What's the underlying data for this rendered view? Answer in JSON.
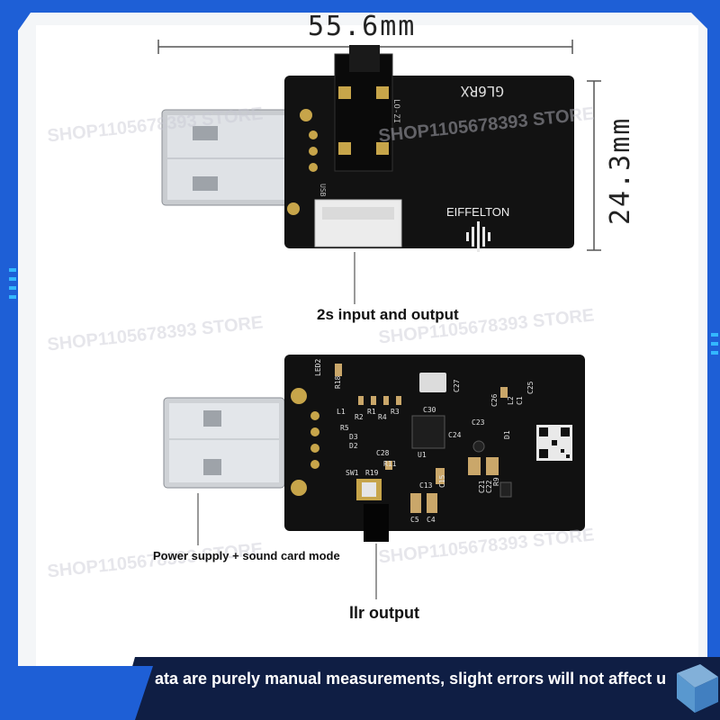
{
  "dimensions": {
    "width": "55.6mm",
    "height": "24.3mm"
  },
  "labels": {
    "i2s": "2s input and output",
    "power": "Power supply + sound card mode",
    "ilr": "llr output"
  },
  "footer": "ata are purely manual measurements, slight errors will not affect u",
  "board_top": {
    "model": "GL6RX",
    "brand": "EIFFELTON",
    "jack_text": "LO-ZI",
    "usb_text": "USB"
  },
  "board_bottom": {
    "silkscreen": [
      "LED2",
      "R18",
      "C30",
      "L1",
      "R2",
      "R4",
      "R1",
      "R3",
      "R5",
      "D3",
      "D2",
      "C28",
      "R11",
      "U1",
      "SW1",
      "R19",
      "C13",
      "C15",
      "C21",
      "C22",
      "R9",
      "C5",
      "C4",
      "C23",
      "C24",
      "D1",
      "C27",
      "C26",
      "C25",
      "L2",
      "C1"
    ]
  },
  "watermark": "SHOP1105678393 STORE",
  "colors": {
    "frame": "#1e5fd6",
    "card": "#ffffff",
    "pcb": "#111111",
    "accent": "#2fa8ff"
  }
}
